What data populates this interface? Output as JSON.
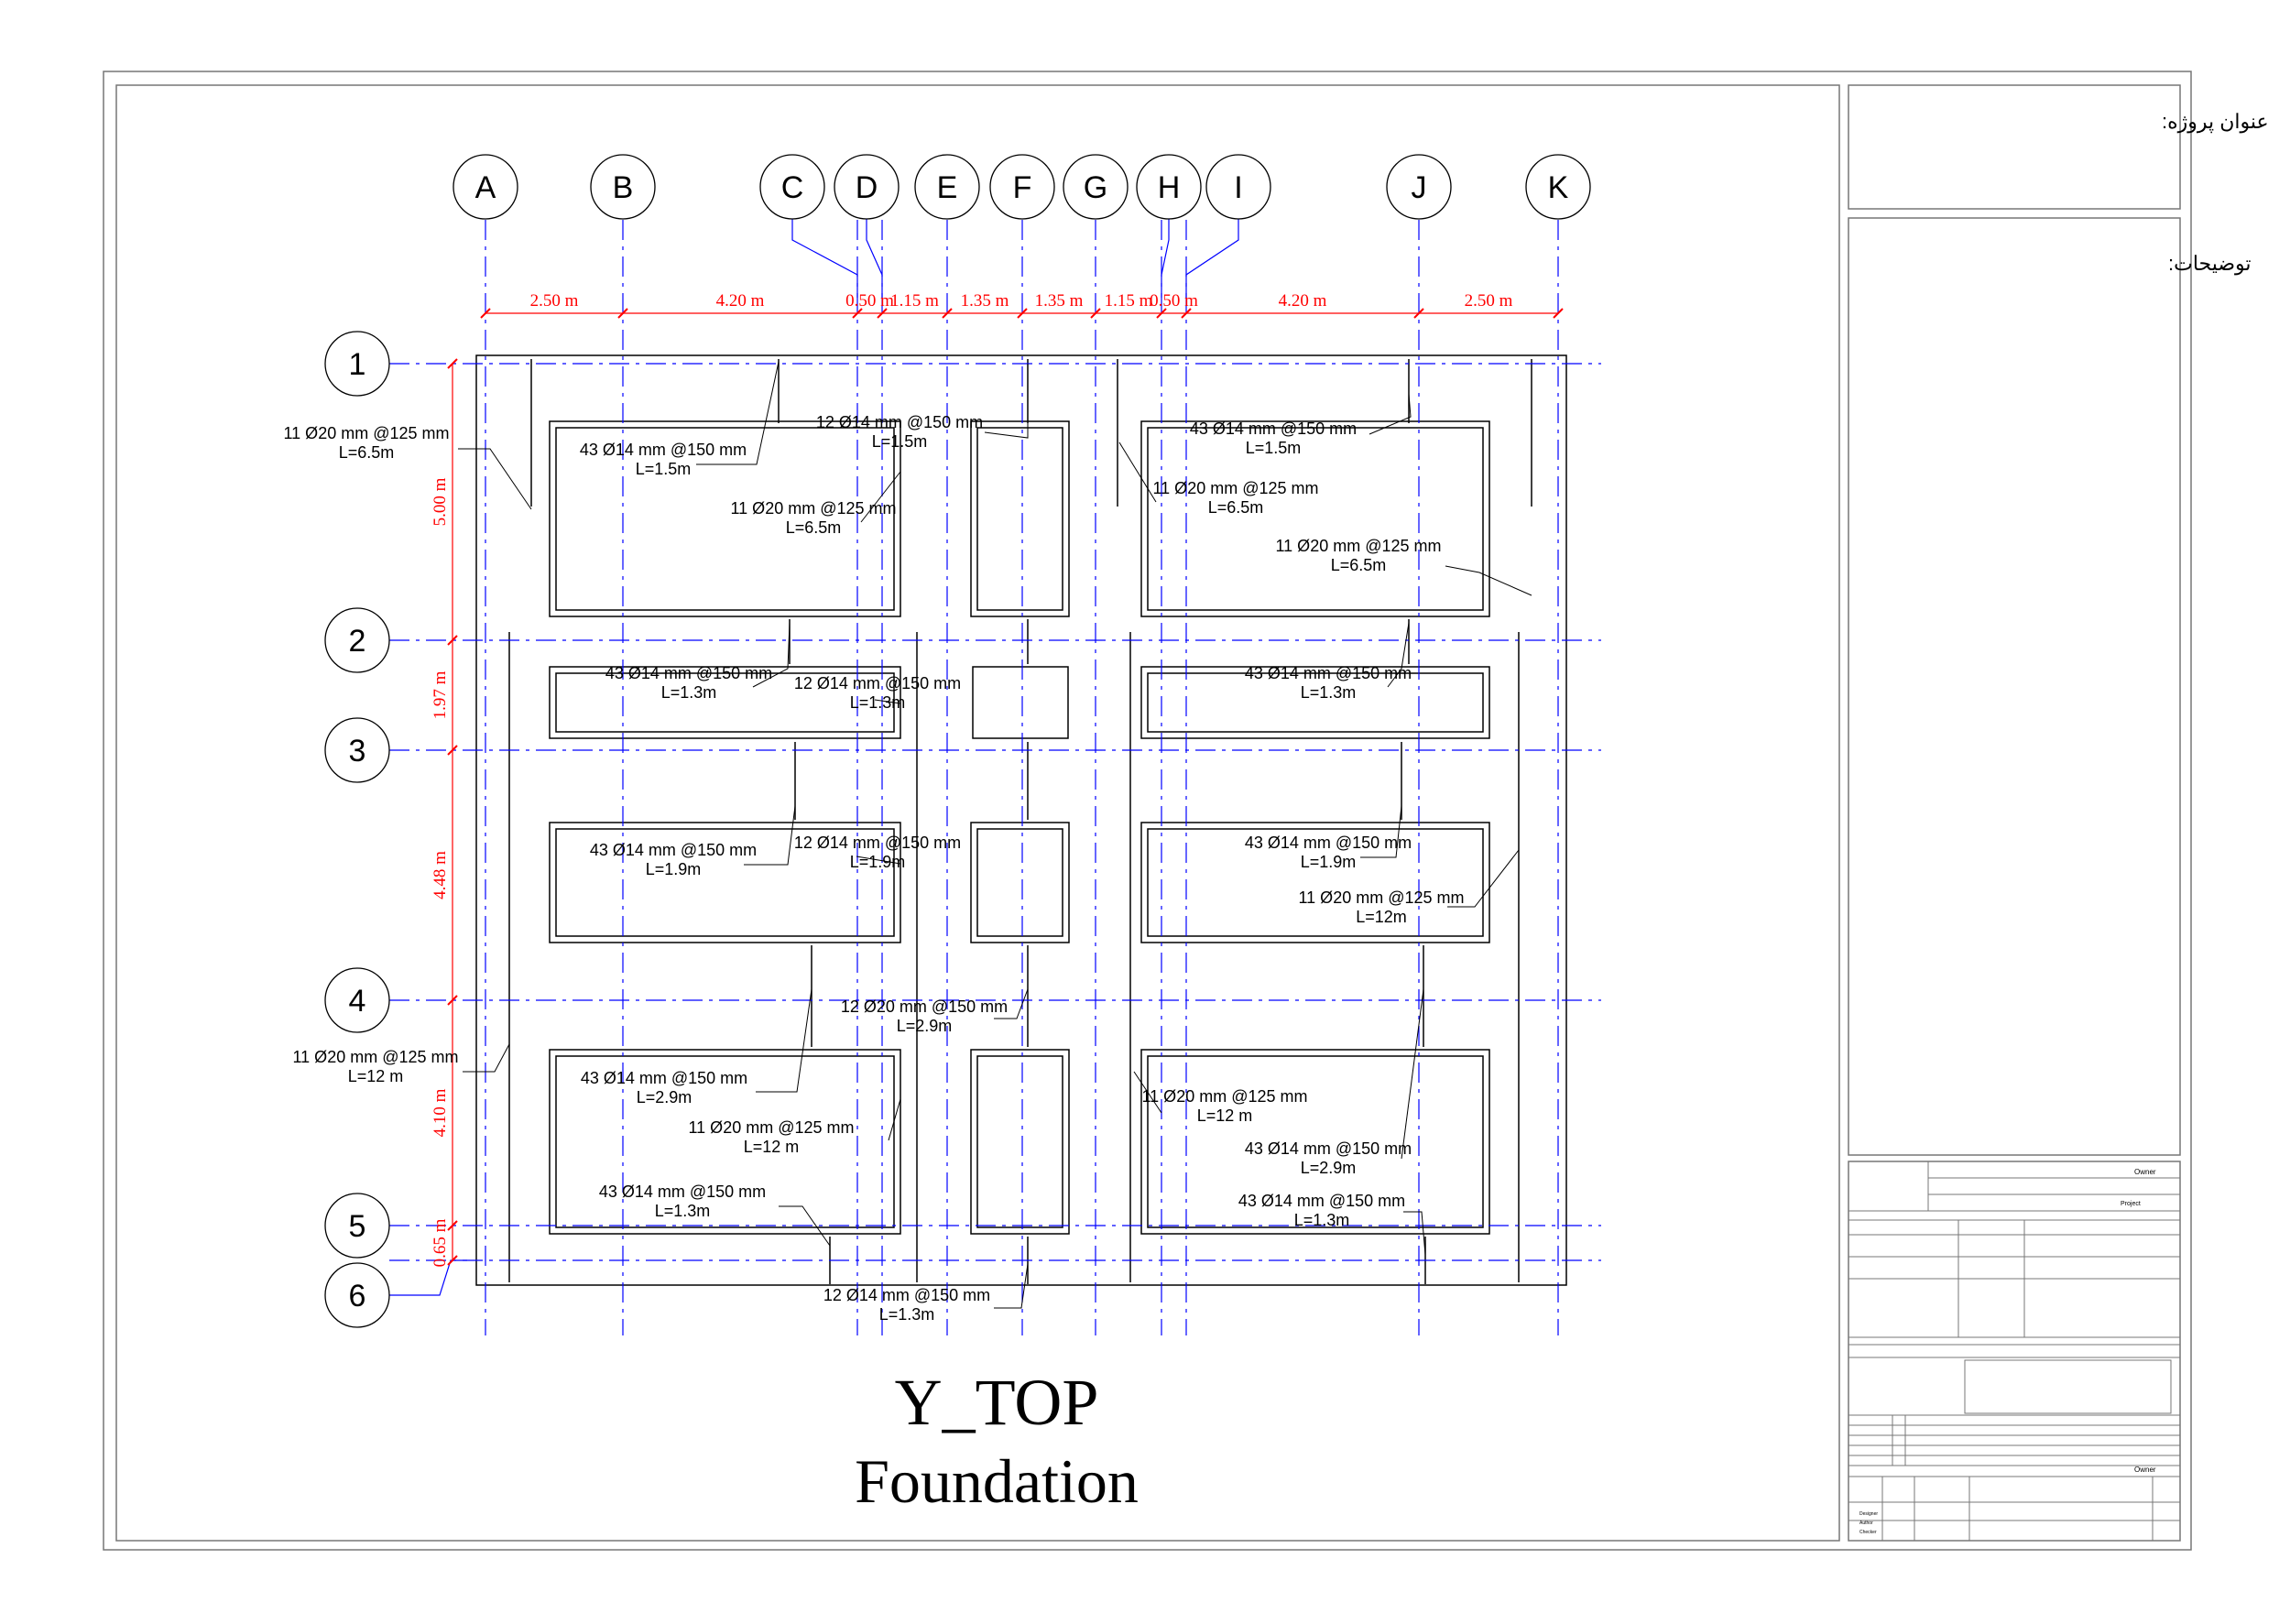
{
  "title": {
    "line1": "Y_TOP",
    "line2": "Foundation"
  },
  "title_block": {
    "project_title_label": "عنوان پروژه:",
    "description_label": "توضیحات:",
    "owner_label": "Owner",
    "project_label": "Project",
    "designer_label": "Designer",
    "author_label": "Author",
    "checker_label": "Checker"
  },
  "grid_columns": [
    "A",
    "B",
    "C",
    "D",
    "E",
    "F",
    "G",
    "H",
    "I",
    "J",
    "K"
  ],
  "grid_rows": [
    "1",
    "2",
    "3",
    "4",
    "5",
    "6"
  ],
  "column_spacings": [
    "2.50 m",
    "4.20 m",
    "0.50 m",
    "1.15 m",
    "1.35 m",
    "1.35 m",
    "1.15 m",
    "0.50 m",
    "4.20 m",
    "2.50 m"
  ],
  "row_spacings": [
    "5.00 m",
    "1.97 m",
    "4.48 m",
    "4.10 m",
    "0.65 m"
  ],
  "rebar_labels": [
    {
      "line1": "11 Ø20 mm @125 mm",
      "line2": "L=6.5m"
    },
    {
      "line1": "43 Ø14 mm @150 mm",
      "line2": "L=1.5m"
    },
    {
      "line1": "12 Ø14 mm @150 mm",
      "line2": "L=1.5m"
    },
    {
      "line1": "11 Ø20 mm @125 mm",
      "line2": "L=6.5m"
    },
    {
      "line1": "43 Ø14 mm @150 mm",
      "line2": "L=1.5m"
    },
    {
      "line1": "11 Ø20 mm @125 mm",
      "line2": "L=6.5m"
    },
    {
      "line1": "11 Ø20 mm @125 mm",
      "line2": "L=6.5m"
    },
    {
      "line1": "43 Ø14 mm @150 mm",
      "line2": "L=1.3m"
    },
    {
      "line1": "12 Ø14 mm @150 mm",
      "line2": "L=1.3m"
    },
    {
      "line1": "43 Ø14 mm @150 mm",
      "line2": "L=1.3m"
    },
    {
      "line1": "43 Ø14 mm @150 mm",
      "line2": "L=1.9m"
    },
    {
      "line1": "12 Ø14 mm @150 mm",
      "line2": "L=1.9m"
    },
    {
      "line1": "43 Ø14 mm @150 mm",
      "line2": "L=1.9m"
    },
    {
      "line1": "11 Ø20 mm @125 mm",
      "line2": "L=12m"
    },
    {
      "line1": "12 Ø20 mm @150 mm",
      "line2": "L=2.9m"
    },
    {
      "line1": "11 Ø20 mm @125 mm",
      "line2": "L=12 m"
    },
    {
      "line1": "43 Ø14 mm @150 mm",
      "line2": "L=2.9m"
    },
    {
      "line1": "11 Ø20 mm @125 mm",
      "line2": "L=12 m"
    },
    {
      "line1": "11 Ø20 mm @125 mm",
      "line2": "L=12 m"
    },
    {
      "line1": "43 Ø14 mm @150 mm",
      "line2": "L=2.9m"
    },
    {
      "line1": "43 Ø14 mm @150 mm",
      "line2": "L=1.3m"
    },
    {
      "line1": "43 Ø14 mm @150 mm",
      "line2": "L=1.3m"
    },
    {
      "line1": "12 Ø14 mm @150 mm",
      "line2": "L=1.3m"
    }
  ],
  "colors": {
    "grid": "#0000ff",
    "dimension": "#ff0000",
    "line": "#000000"
  }
}
